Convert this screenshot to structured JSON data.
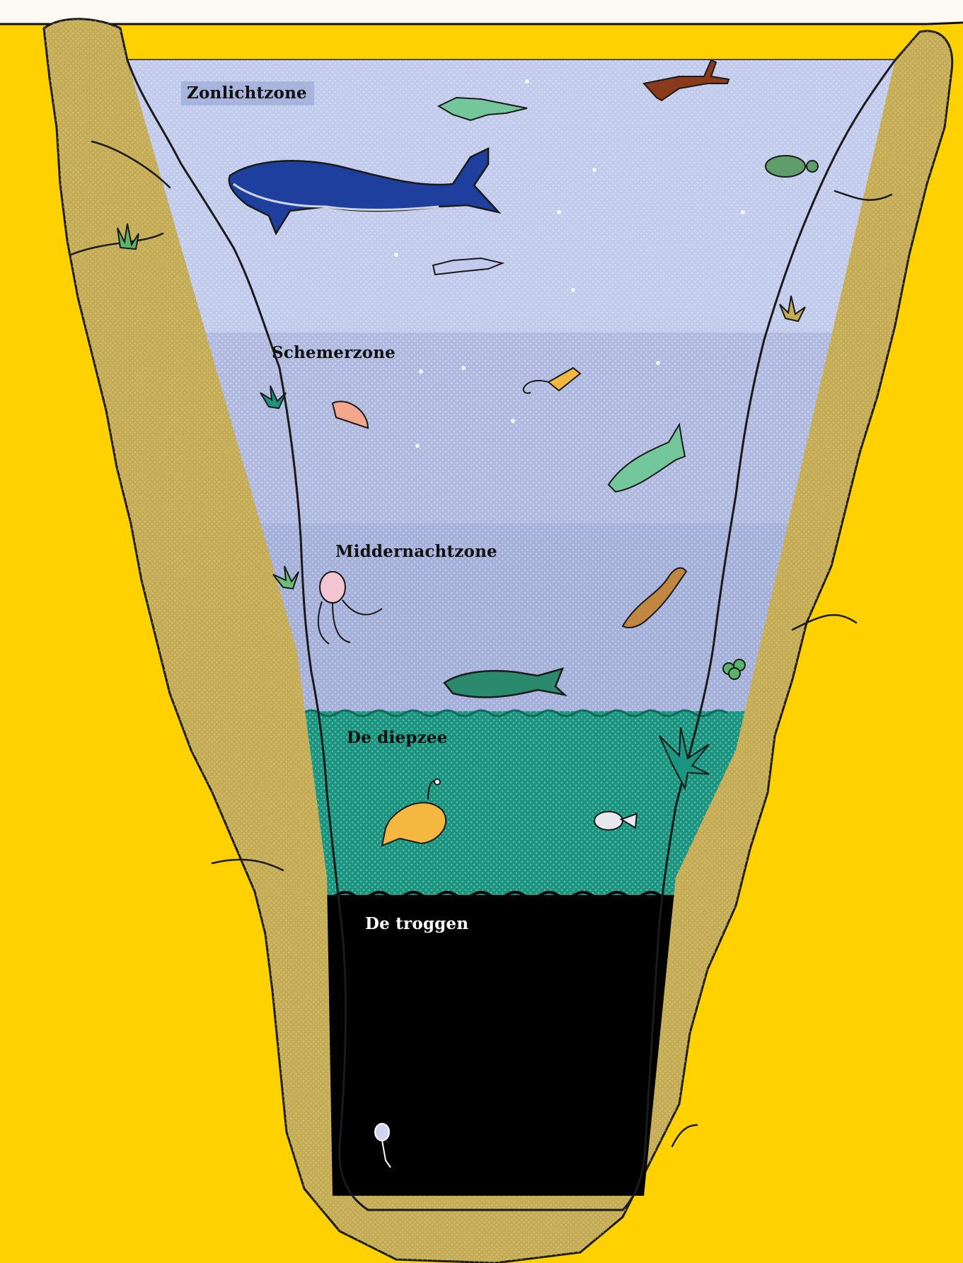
{
  "zones": [
    {
      "label": "Zonlichtzone",
      "color": "#c2cbeb"
    },
    {
      "label": "Schemerzone",
      "color": "#b0badf"
    },
    {
      "label": "Middernachtzone",
      "color": "#a6b1da"
    },
    {
      "label": "De diepzee",
      "color": "#1b9580"
    },
    {
      "label": "De troggen",
      "color": "#000000"
    }
  ],
  "colors": {
    "background": "#ffd100",
    "rock": "#c4ab55",
    "rock_shade": "#d9c57c",
    "paper": "#fdfaf3"
  },
  "icons": [
    "whale-icon",
    "fish-icon",
    "shark-icon",
    "diver-icon",
    "turtle-icon",
    "shrimp-icon",
    "squid-icon",
    "octopus-icon",
    "eel-icon",
    "anglerfish-icon",
    "pufferfish-icon",
    "trench-creature-icon",
    "plant-icon"
  ]
}
